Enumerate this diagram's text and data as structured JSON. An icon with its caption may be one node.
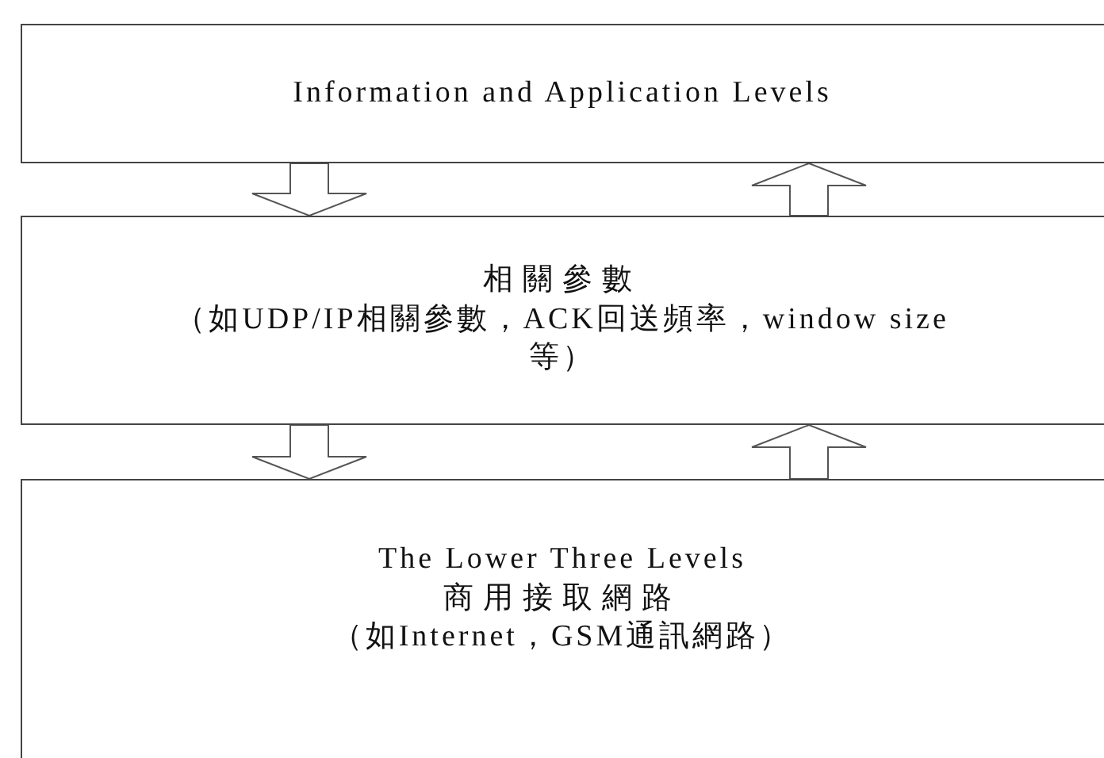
{
  "diagram": {
    "nodes": [
      {
        "text": [
          "Information and Application Levels"
        ]
      },
      {
        "text": [
          "相關參數",
          "（如UDP/IP相關參數，ACK回送頻率，window size等）"
        ]
      },
      {
        "text": [
          "The Lower Three Levels",
          "商用接取網路",
          "（如Internet，GSM通訊網路）"
        ]
      }
    ],
    "edges": [
      {
        "from": 0,
        "to": 1,
        "arrow": "to"
      },
      {
        "from": 1,
        "to": 0,
        "arrow": "to"
      },
      {
        "from": 1,
        "to": 2,
        "arrow": "to"
      },
      {
        "from": 2,
        "to": 1,
        "arrow": "to"
      }
    ]
  }
}
